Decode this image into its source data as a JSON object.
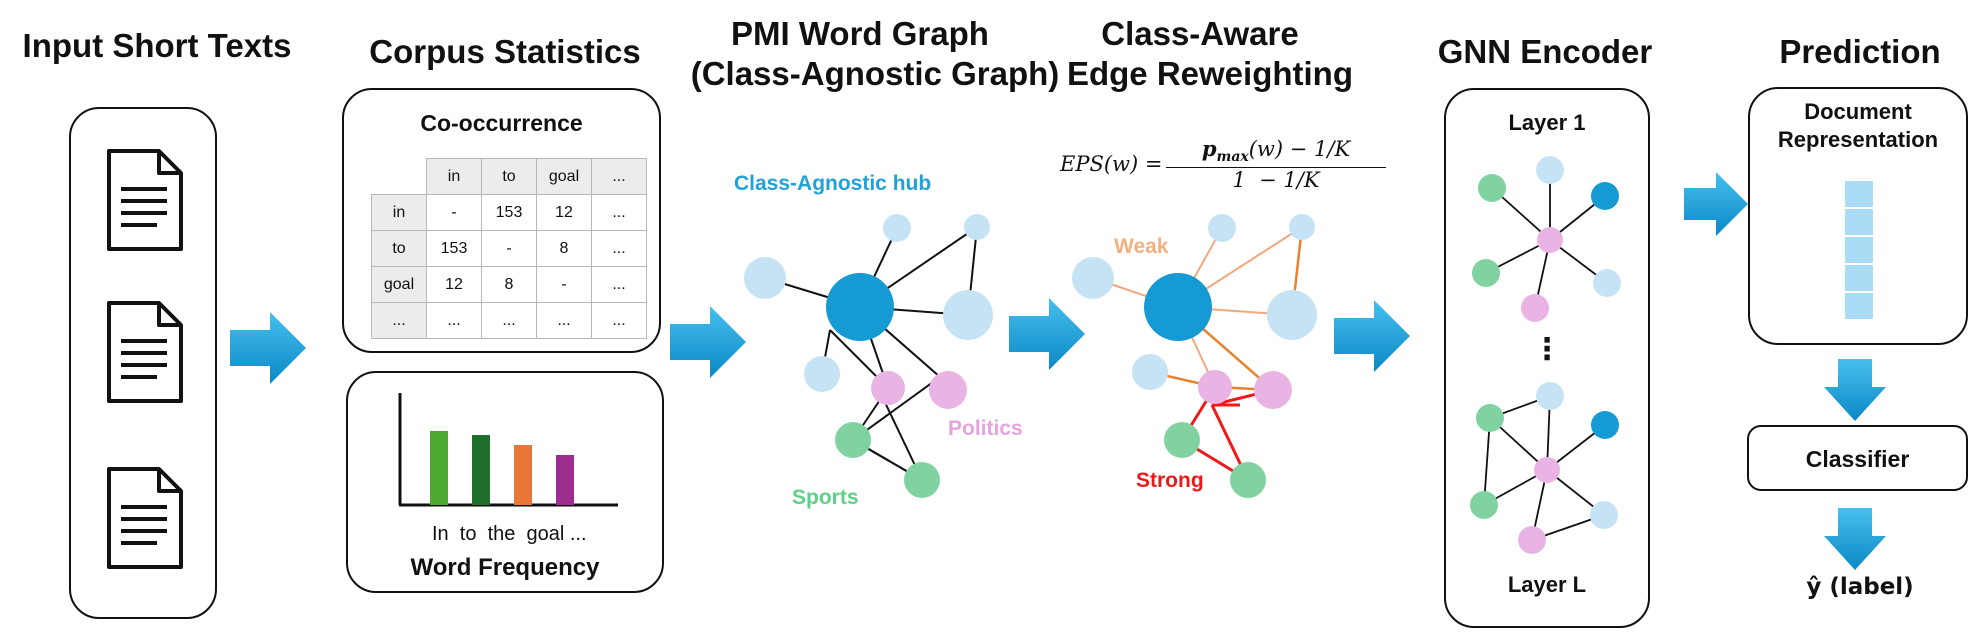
{
  "stages": {
    "input": {
      "title": "Input Short Texts"
    },
    "corpus": {
      "title": "Corpus Statistics",
      "cooccurrence": {
        "label": "Co-occurrence",
        "header": [
          "in",
          "to",
          "goal",
          "..."
        ],
        "rows": [
          [
            "in",
            "-",
            "153",
            "12",
            "..."
          ],
          [
            "to",
            "153",
            "-",
            "8",
            "..."
          ],
          [
            "goal",
            "12",
            "8",
            "-",
            "..."
          ],
          [
            "...",
            "...",
            "...",
            "...",
            "..."
          ]
        ]
      },
      "frequency": {
        "label": "Word Frequency",
        "words": "In  to  the  goal ...",
        "bar_colors": [
          "#4ca82f",
          "#1f6e2a",
          "#ea7637",
          "#9c2c8e"
        ]
      }
    },
    "pmi": {
      "title_line1": "PMI Word Graph",
      "title_line2": "(Class-Agnostic Graph)",
      "hub_label": "Class-Agnostic hub",
      "politics_label": "Politics",
      "sports_label": "Sports"
    },
    "reweight": {
      "title_line1": "Class-Aware",
      "title_line2": "Edge Reweighting",
      "formula_lhs": "EPS(w) =",
      "formula_num_bold": "p",
      "formula_num_sub": "max",
      "formula_num_rest": "(w) − 1/K",
      "formula_den": "1  − 1/K",
      "weak_label": "Weak",
      "strong_label": "Strong"
    },
    "gnn": {
      "title": "GNN Encoder",
      "layer_first": "Layer 1",
      "layer_last": "Layer L",
      "ellipsis": "⋮"
    },
    "prediction": {
      "title": "Prediction",
      "doc_line1": "Document",
      "doc_line2": "Representation",
      "classifier": "Classifier",
      "output": "ŷ (label)"
    }
  },
  "colors": {
    "arrow": "#1aa0dc",
    "hub": "#169ad4",
    "light_blue": "#c5e3f4",
    "pink": "#e9b4e3",
    "green": "#80d3a0",
    "weak_edge": "#f2a77f",
    "mid_edge": "#e8822f",
    "strong_edge": "#f01818",
    "weak_text": "#f2b07e",
    "hub_text": "#1fa2d8",
    "politics_text": "#e6a2e0",
    "sports_text": "#5fd089",
    "strong_text": "#ea1a1a",
    "embedding": "#a9dbf5"
  }
}
